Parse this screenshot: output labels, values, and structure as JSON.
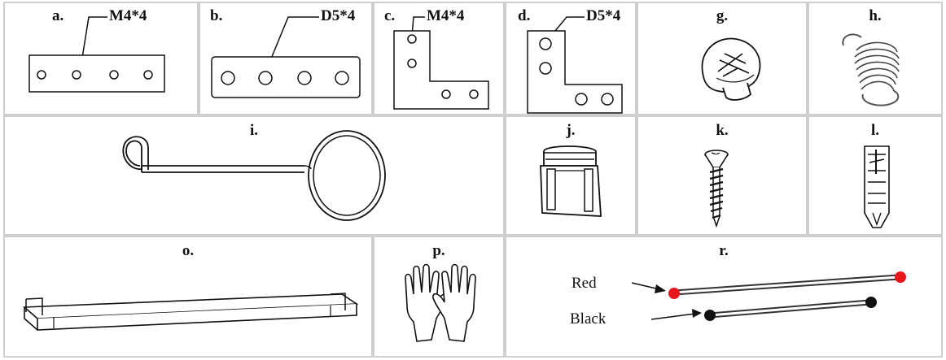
{
  "parts": {
    "a": {
      "label": "a.",
      "spec": "M4*4"
    },
    "b": {
      "label": "b.",
      "spec": "D5*4"
    },
    "c": {
      "label": "c.",
      "spec": "M4*4"
    },
    "d": {
      "label": "d.",
      "spec": "D5*4"
    },
    "g": {
      "label": "g."
    },
    "h": {
      "label": "h."
    },
    "i": {
      "label": "i."
    },
    "j": {
      "label": "j."
    },
    "k": {
      "label": "k."
    },
    "l": {
      "label": "l."
    },
    "o": {
      "label": "o."
    },
    "p": {
      "label": "p."
    },
    "r": {
      "label": "r.",
      "wire_red": "Red",
      "wire_black": "Black"
    }
  },
  "colors": {
    "border": "#cfcfcf",
    "line": "#111111",
    "red_tip": "#e8161b",
    "black_tip": "#111111"
  }
}
